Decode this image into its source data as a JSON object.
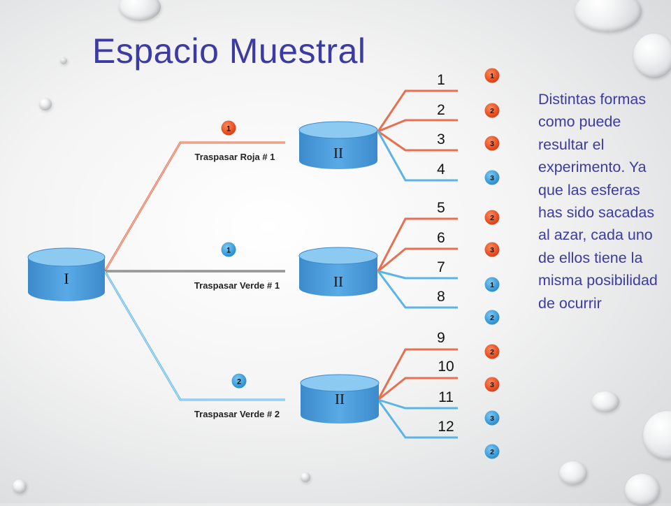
{
  "title": "Espacio Muestral",
  "description": "Distintas formas como puede resultar el experimento. Ya que las esferas has sido sacadas al azar, cada uno de ellos tiene la misma posibilidad de ocurrir",
  "urn_first": "I",
  "urn_second": "II",
  "transfers": [
    {
      "ball": "1",
      "color": "red",
      "label": "Traspasar Roja # 1"
    },
    {
      "ball": "1",
      "color": "green",
      "label": "Traspasar Verde # 1"
    },
    {
      "ball": "2",
      "color": "green",
      "label": "Traspasar Verde # 2"
    }
  ],
  "outcomes": [
    {
      "n": "1",
      "ball": "1",
      "color": "red"
    },
    {
      "n": "2",
      "ball": "2",
      "color": "red"
    },
    {
      "n": "3",
      "ball": "3",
      "color": "red"
    },
    {
      "n": "4",
      "ball": "3",
      "color": "green"
    },
    {
      "n": "5",
      "ball": "2",
      "color": "red"
    },
    {
      "n": "6",
      "ball": "3",
      "color": "red"
    },
    {
      "n": "7",
      "ball": "1",
      "color": "green"
    },
    {
      "n": "8",
      "ball": "2",
      "color": "green"
    },
    {
      "n": "9",
      "ball": "2",
      "color": "red"
    },
    {
      "n": "10",
      "ball": "3",
      "color": "red"
    },
    {
      "n": "11",
      "ball": "3",
      "color": "green"
    },
    {
      "n": "12",
      "ball": "2",
      "color": "green"
    }
  ],
  "colors": {
    "red": "#e8481c",
    "green": "#3aa0dc",
    "title": "#3b3ba3",
    "urn": "#4a98d6",
    "red_branch": "#e87050",
    "green_branch": "#5ab4e8"
  }
}
